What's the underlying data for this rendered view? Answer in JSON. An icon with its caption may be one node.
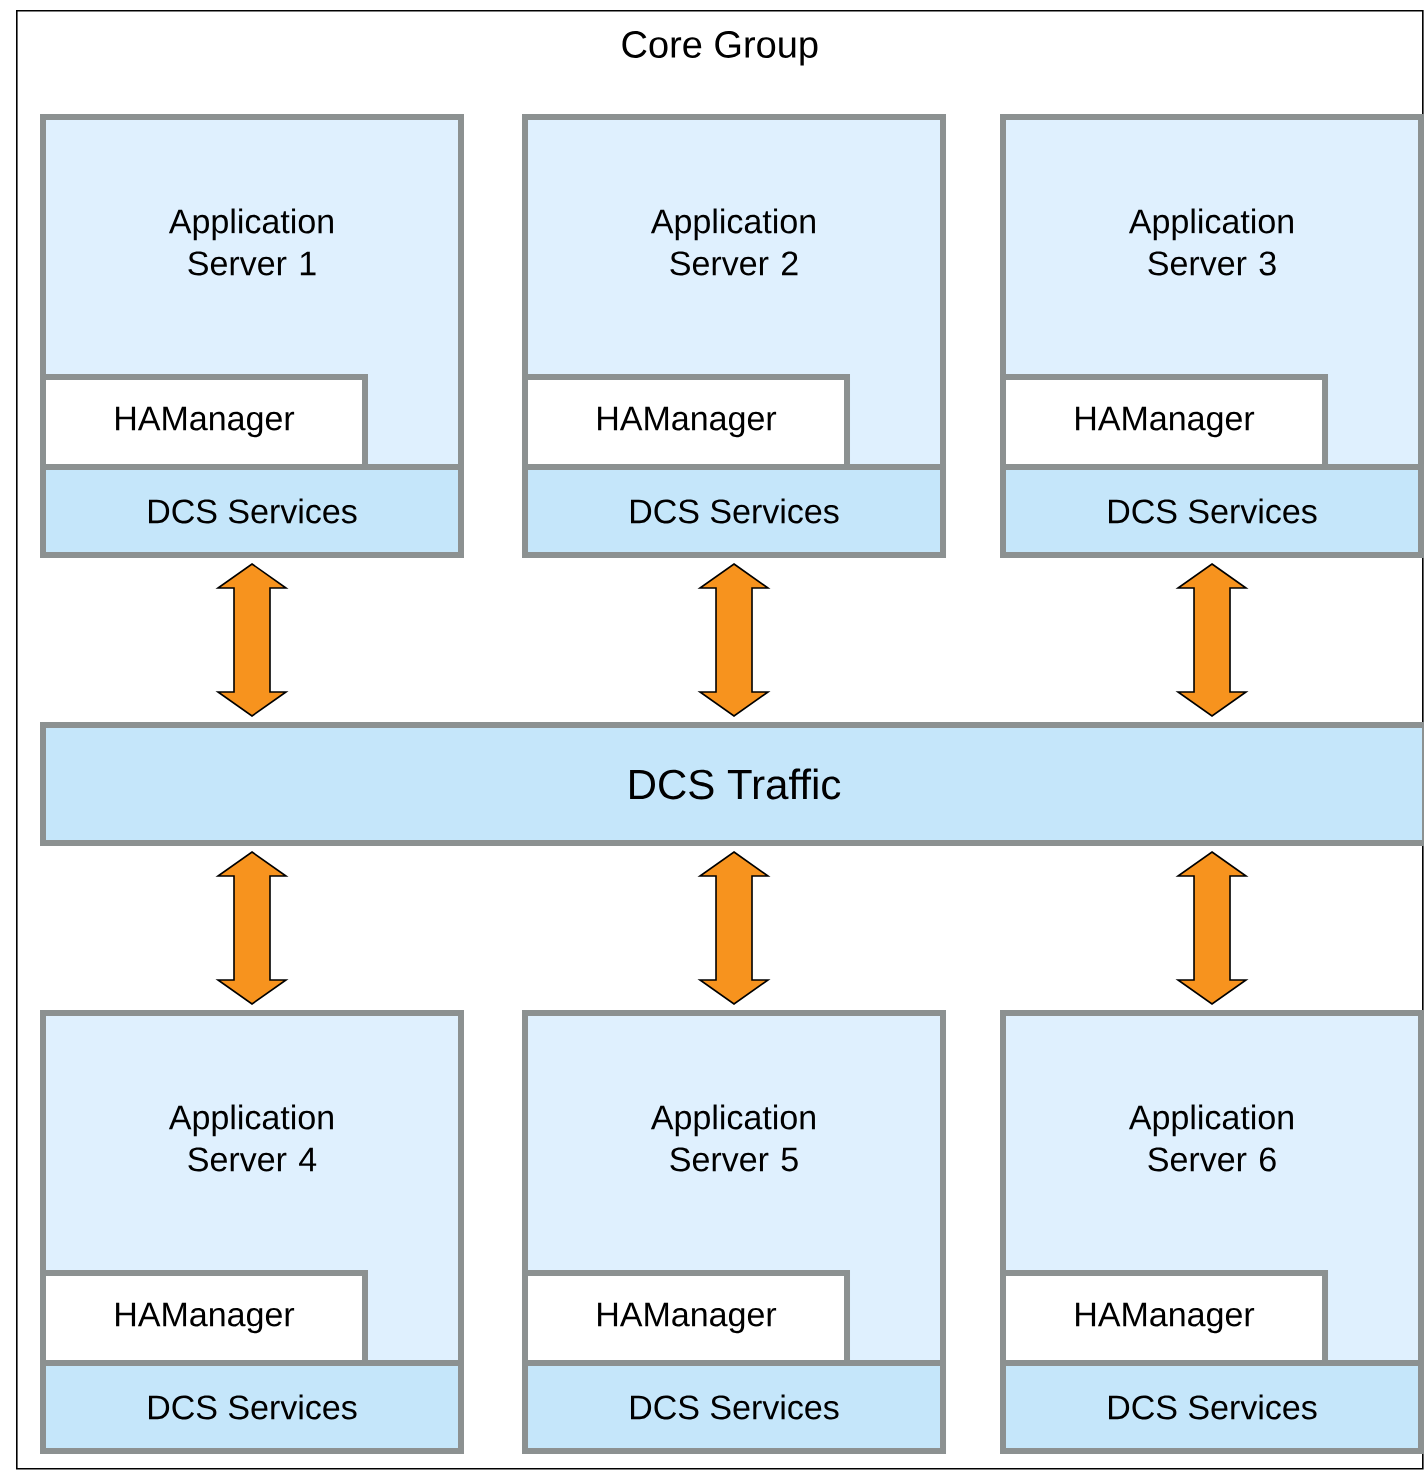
{
  "diagram": {
    "nodes": [
      {
        "text": [
          "Core Group"
        ]
      },
      {
        "text": [
          "Application Server 1"
        ],
        "in": 0
      },
      {
        "text": [
          "HAManager"
        ],
        "in": 1
      },
      {
        "text": [
          "DCS Services"
        ],
        "in": 1
      },
      {
        "text": [
          "Application Server 2"
        ],
        "in": 0
      },
      {
        "text": [
          "HAManager"
        ],
        "in": 4
      },
      {
        "text": [
          "DCS Services"
        ],
        "in": 4
      },
      {
        "text": [
          "Application Server 3"
        ],
        "in": 0
      },
      {
        "text": [
          "HAManager"
        ],
        "in": 7
      },
      {
        "text": [
          "DCS Services"
        ],
        "in": 7
      },
      {
        "text": [
          "DCS Traffic"
        ],
        "in": 0
      },
      {
        "text": [
          "Application Server 4"
        ],
        "in": 0
      },
      {
        "text": [
          "HAManager"
        ],
        "in": 11
      },
      {
        "text": [
          "DCS Services"
        ],
        "in": 11
      },
      {
        "text": [
          "Application Server 5"
        ],
        "in": 0
      },
      {
        "text": [
          "HAManager"
        ],
        "in": 14
      },
      {
        "text": [
          "DCS Services"
        ],
        "in": 14
      },
      {
        "text": [
          "Application Server 6"
        ],
        "in": 0
      },
      {
        "text": [
          "HAManager"
        ],
        "in": 17
      },
      {
        "text": [
          "DCS Services"
        ],
        "in": 17
      }
    ],
    "edges": [
      {
        "from": 3,
        "to": 10,
        "arrow": "both"
      },
      {
        "from": 6,
        "to": 10,
        "arrow": "both"
      },
      {
        "from": 9,
        "to": 10,
        "arrow": "both"
      },
      {
        "from": 10,
        "to": 11,
        "arrow": "both"
      },
      {
        "from": 10,
        "to": 14,
        "arrow": "both"
      },
      {
        "from": 10,
        "to": 17,
        "arrow": "both"
      }
    ]
  }
}
